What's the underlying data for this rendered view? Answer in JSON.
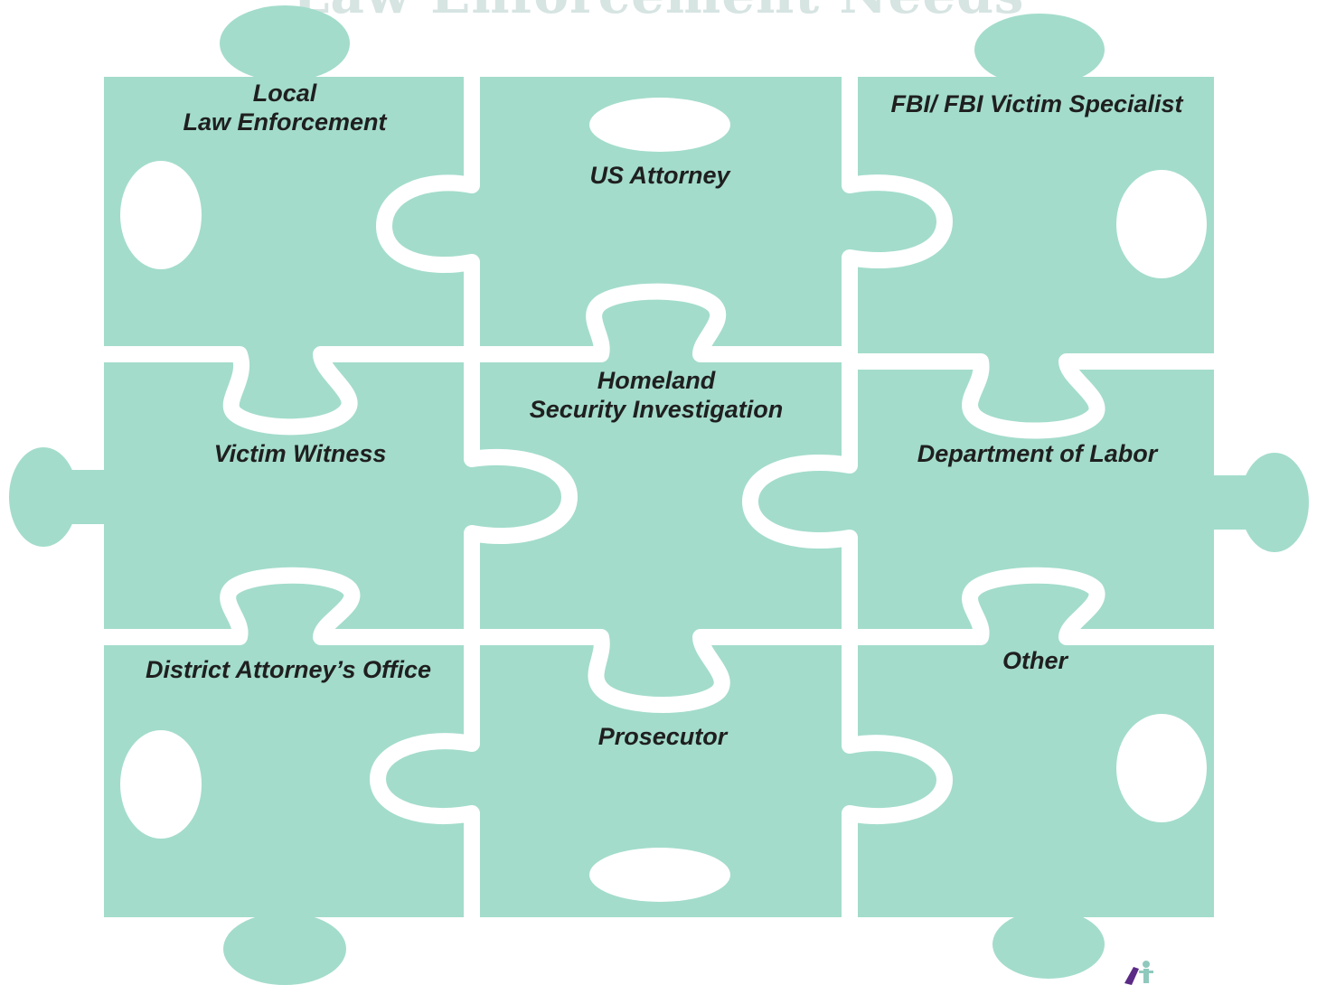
{
  "title": "Law Enforcement Needs",
  "pieces": [
    {
      "id": "local-law-enforcement",
      "lines": [
        "Local",
        "Law Enforcement"
      ]
    },
    {
      "id": "us-attorney",
      "lines": [
        "US Attorney"
      ]
    },
    {
      "id": "fbi-victim-specialist",
      "lines": [
        "FBI/ FBI Victim Specialist"
      ]
    },
    {
      "id": "victim-witness",
      "lines": [
        "Victim Witness"
      ]
    },
    {
      "id": "homeland-security-investigation",
      "lines": [
        "Homeland",
        "Security Investigation"
      ]
    },
    {
      "id": "department-of-labor",
      "lines": [
        "Department of Labor"
      ]
    },
    {
      "id": "district-attorneys-office",
      "lines": [
        "District  Attorney’s Office"
      ]
    },
    {
      "id": "prosecutor",
      "lines": [
        "Prosecutor"
      ]
    },
    {
      "id": "other",
      "lines": [
        "Other"
      ]
    }
  ],
  "colors": {
    "piece": "#a3dccb",
    "gap": "#ffffff",
    "logo_purple": "#5b2a86",
    "logo_teal": "#8fc9bd"
  },
  "icons": {
    "logo": "organization-logo-icon"
  }
}
